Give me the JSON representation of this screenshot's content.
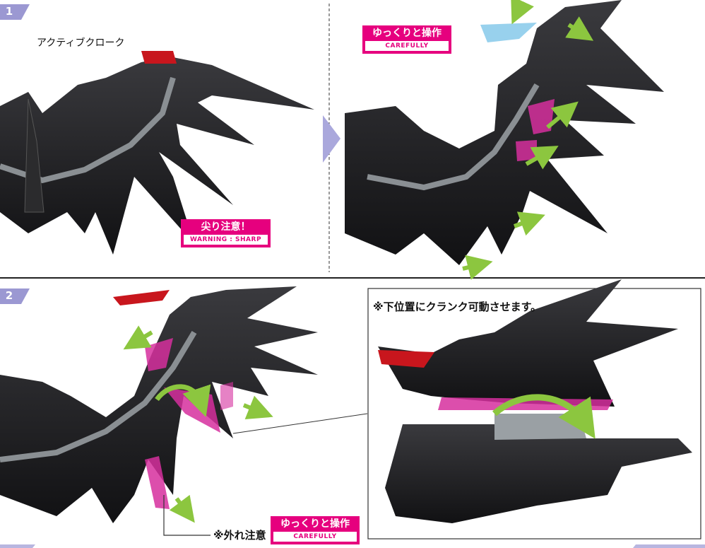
{
  "steps": [
    {
      "number": "1",
      "title": "アクティブクローク"
    },
    {
      "number": "2"
    }
  ],
  "warnings": {
    "sharp": {
      "jp": "尖り注意！",
      "en": "WARNING : SHARP"
    },
    "carefully_top": {
      "jp": "ゆっくりと操作",
      "en": "CAREFULLY"
    },
    "carefully_bottom": {
      "jp": "ゆっくりと操作",
      "en": "CAREFULLY"
    }
  },
  "notes": {
    "crank": "※下位置にクランク可動させます。",
    "detach": "※外れ注意"
  },
  "colors": {
    "step_badge": "#9b98d2",
    "warning_bg": "#e6007e",
    "arrow_green": "#8cc63f",
    "part_magenta": "#d62f9e",
    "wing_black": "#1c1c1e",
    "trim_grey": "#8a8f93"
  }
}
